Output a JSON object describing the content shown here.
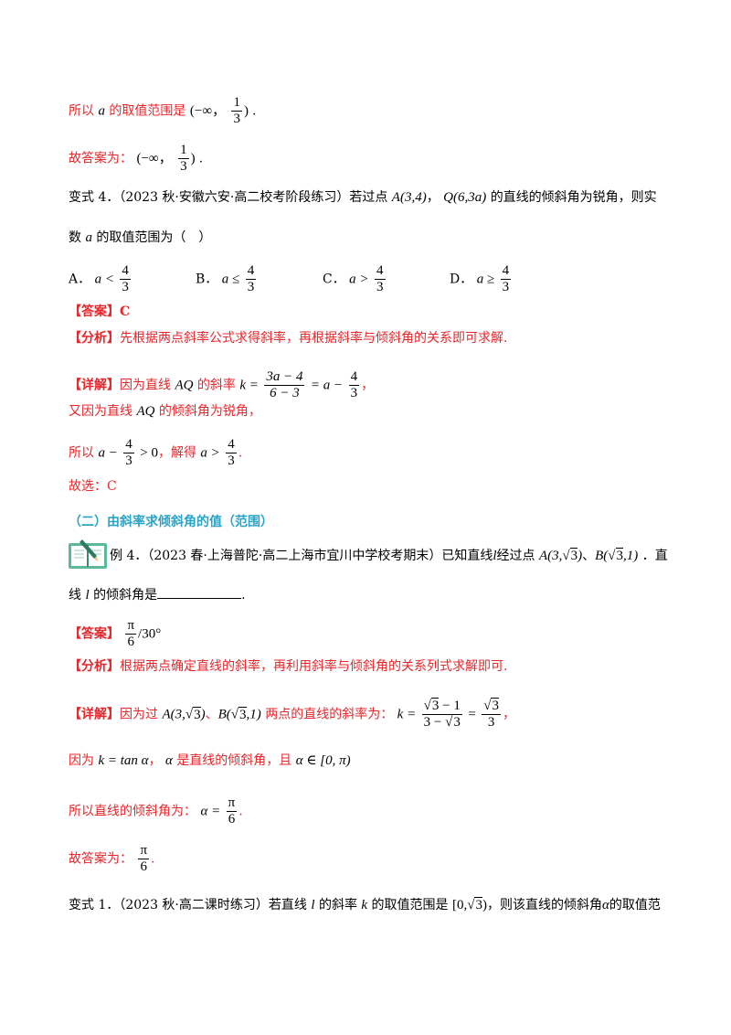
{
  "line1": {
    "text": "所以",
    "var": "a",
    "mid": "的取值范围是",
    "interval_open": "(−∞，",
    "num": "1",
    "den": "3",
    "close": ")",
    "end": "."
  },
  "line2": {
    "text": "故答案为：",
    "interval_open": "(−∞，",
    "num": "1",
    "den": "3",
    "close": ")",
    "end": "."
  },
  "variant4": {
    "prefix": "变式 4．（2023 秋·安徽六安·高二校考阶段练习）若过点",
    "pointA": "A(3,4)",
    "sep": "，",
    "pointQ": "Q(6,3a)",
    "suffix": "的直线的倾斜角为锐角，则实",
    "line2_pre": "数",
    "line2_var": "a",
    "line2_post": "的取值范围为（　）"
  },
  "options": [
    {
      "label": "A．",
      "expr": "a <",
      "num": "4",
      "den": "3"
    },
    {
      "label": "B．",
      "expr": "a ≤",
      "num": "4",
      "den": "3"
    },
    {
      "label": "C．",
      "expr": "a >",
      "num": "4",
      "den": "3"
    },
    {
      "label": "D．",
      "expr": "a ≥",
      "num": "4",
      "den": "3"
    }
  ],
  "answer1": {
    "tag": "【答案】",
    "value": "C"
  },
  "analysis1": {
    "tag": "【分析】",
    "text": "先根据两点斜率公式求得斜率，再根据斜率与倾斜角的关系即可求解."
  },
  "detail1": {
    "tag": "【详解】",
    "text": "因为直线",
    "line": "AQ",
    "mid": "的斜率",
    "k": "k =",
    "num": "3a − 4",
    "den": "6 − 3",
    "eq": "= a −",
    "fnum": "4",
    "fden": "3",
    "end": "，"
  },
  "line_again": {
    "text": "又因为直线",
    "line": "AQ",
    "post": "的倾斜角为锐角，"
  },
  "line_so": {
    "text": "所以",
    "expr": "a −",
    "num": "4",
    "den": "3",
    "gt": "> 0",
    "mid": "，解得",
    "res": "a >",
    "rnum": "4",
    "rden": "3",
    "end": "."
  },
  "choose1": {
    "text": "故选：C"
  },
  "section_title": "（二）由斜率求倾斜角的值（范围）",
  "example4": {
    "text": "例 4．（2023 春·上海普陀·高二上海市宜川中学校考期末）已知直线",
    "l": "l",
    "mid": "经过点",
    "A": "A(3,",
    "Aroot": "3",
    "Aend": ")",
    "sep": "、",
    "B": "B(",
    "Broot": "3",
    "Bend": ",1)",
    "end": "．直",
    "line2_pre": "线",
    "line2_l": "l",
    "line2_post": "的倾斜角是",
    "line2_end": "."
  },
  "answer2": {
    "tag": "【答案】",
    "num": "π",
    "den": "6",
    "alt": "/30°"
  },
  "analysis2": {
    "tag": "【分析】",
    "text": "根据两点确定直线的斜率，再利用斜率与倾斜角的关系列式求解即可."
  },
  "detail2": {
    "tag": "【详解】",
    "text": "因为过",
    "A": "A(3,",
    "Aroot": "3",
    "Aend": ")",
    "sep": "、",
    "B": "B(",
    "Broot": "3",
    "Bend": ",1)",
    "mid": "两点的直线的斜率为：",
    "k": "k =",
    "num_root": "3",
    "num_rest": " − 1",
    "den_pre": "3 − ",
    "den_root": "3",
    "eq": "=",
    "rnum": "3",
    "rden": "3",
    "end": "，"
  },
  "line_tan": {
    "pre": "因为",
    "expr": "k = tan α",
    "sep": "，",
    "alpha": "α",
    "mid": "是直线的倾斜角，且",
    "range": "α ∈ [0, π)"
  },
  "line_incl": {
    "text": "所以直线的倾斜角为：",
    "expr": "α =",
    "num": "π",
    "den": "6",
    "end": "."
  },
  "line_ans2": {
    "text": "故答案为：",
    "num": "π",
    "den": "6",
    "end": "."
  },
  "variant1": {
    "prefix": "变式 1．（2023 秋·高二课时练习）若直线",
    "l": "l",
    "mid1": "的斜率",
    "k": "k",
    "mid2": "的取值范围是",
    "range_pre": "[0,",
    "range_root": "3",
    "range_end": ")",
    "mid3": "，则该直线的倾斜角",
    "alpha": "α",
    "suffix": "的取值范"
  }
}
